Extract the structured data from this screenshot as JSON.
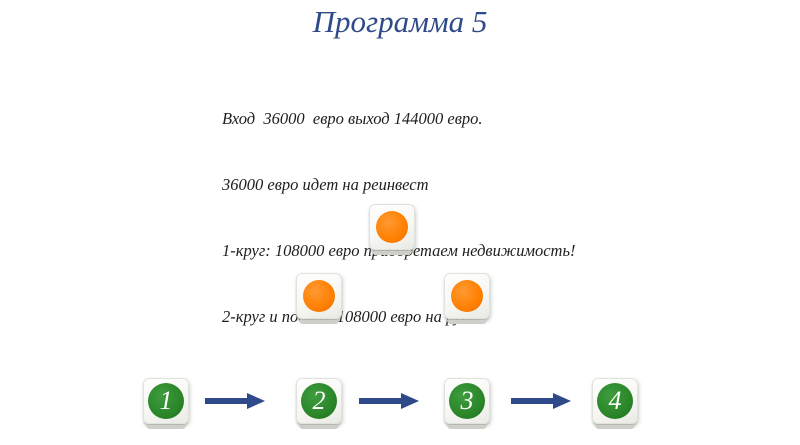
{
  "title": "Программа 5",
  "description": [
    "Вход  36000  евро выход 144000 евро.",
    "36000 евро идет на реинвест",
    "1-круг: 108000 евро приобретаем недвижимость!",
    "2-круг и послед. 108000 евро на руки."
  ],
  "colors": {
    "title": "#2f4a8a",
    "dot": "#ff7f00",
    "number_circle": "#2a8628",
    "arrow": "#2f4a8a"
  },
  "steps": [
    {
      "label": "1"
    },
    {
      "label": "2"
    },
    {
      "label": "3"
    },
    {
      "label": "4"
    }
  ],
  "icons": {
    "dot": "orange-circle-icon",
    "arrow": "arrow-right-icon"
  }
}
